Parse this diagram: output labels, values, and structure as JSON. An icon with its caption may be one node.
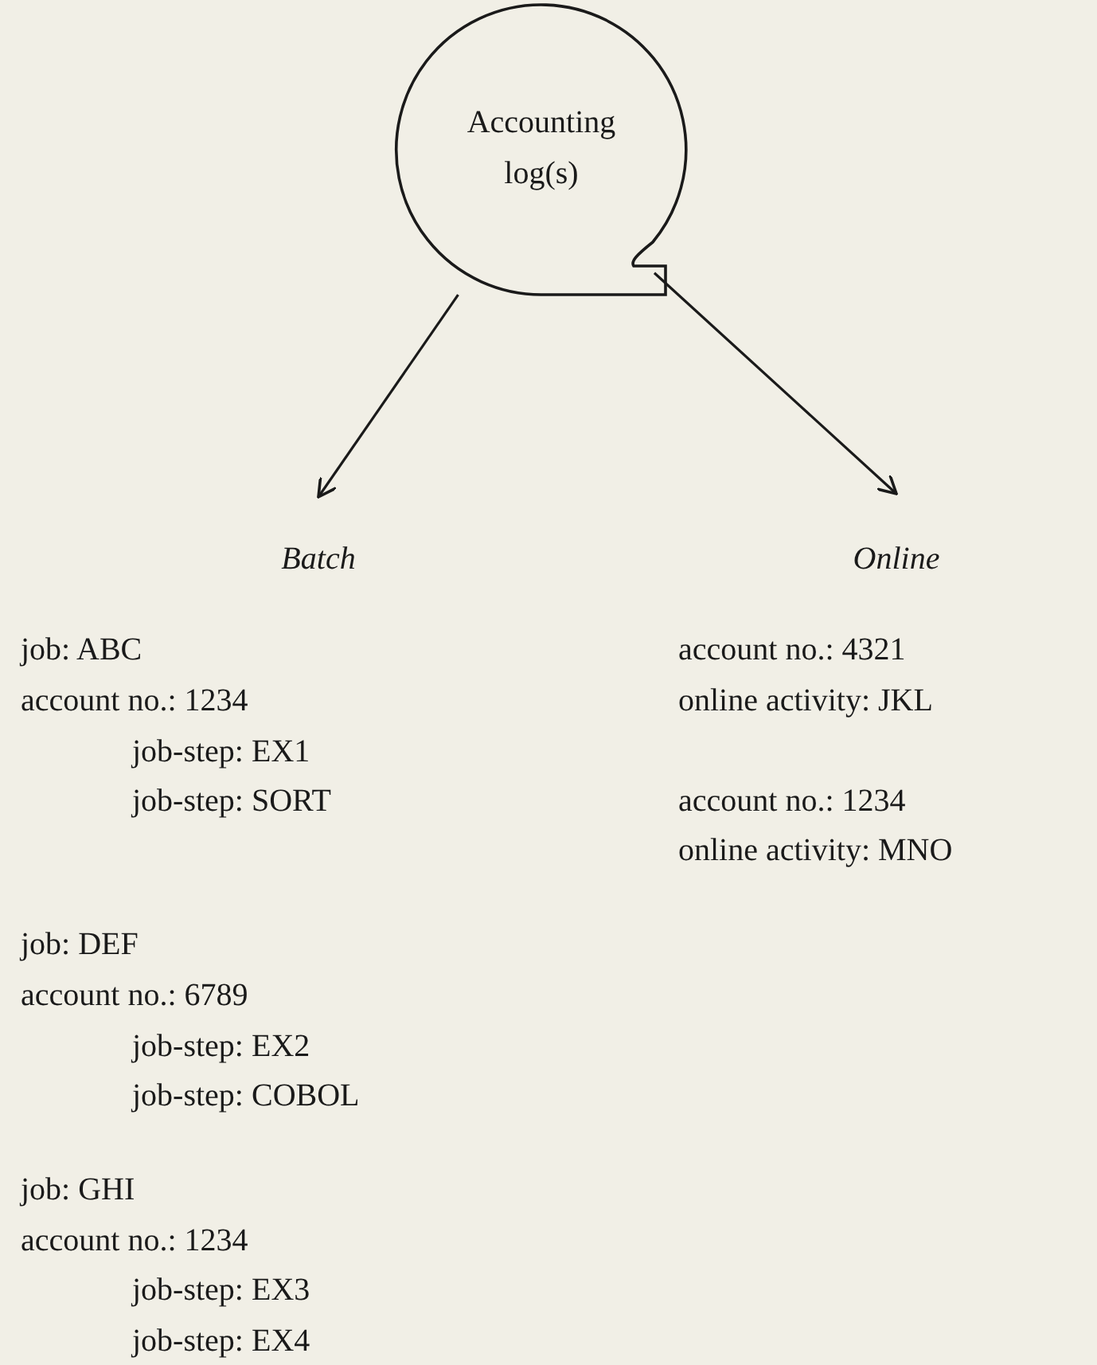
{
  "diagram": {
    "nodes": [
      {
        "text": [
          "Accounting log(s)"
        ]
      },
      {
        "text": [
          "Batch"
        ]
      },
      {
        "text": [
          "Online"
        ]
      }
    ],
    "edges": [
      {
        "from": 0,
        "to": 1,
        "arrow": "to"
      },
      {
        "from": 0,
        "to": 2,
        "arrow": "to"
      }
    ],
    "labels": [
      "job: ABC",
      "account no.: 1234",
      "job-step: EX1",
      "job-step: SORT",
      "job: DEF",
      "account no.: 6789",
      "job-step: EX2",
      "job-step: COBOL",
      "job: GHI",
      "account no.: 1234",
      "job-step: EX3",
      "job-step: EX4",
      "account no.: 4321",
      "online activity: JKL",
      "account no.: 1234",
      "online activity: MNO"
    ]
  }
}
